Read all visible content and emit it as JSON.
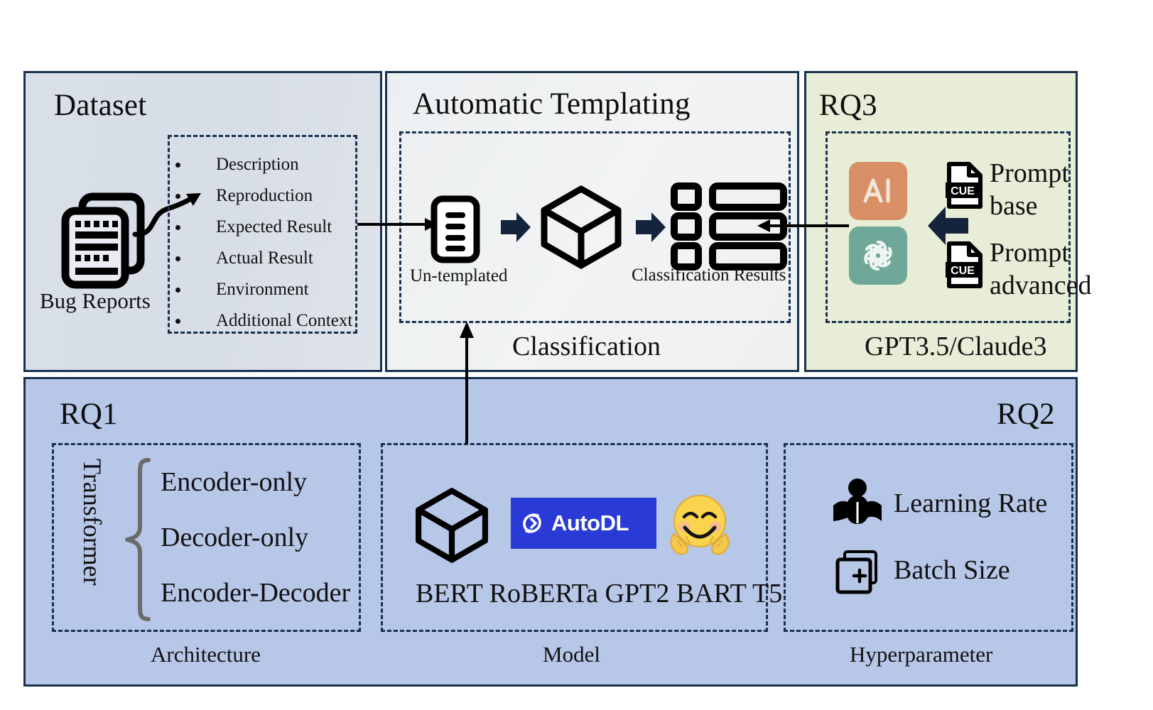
{
  "figure": {
    "title": "Research pipeline overview for automatic bug report templating and classification"
  },
  "panels": {
    "dataset": {
      "title": "Dataset",
      "icon_label": "Bug Reports",
      "fields": [
        "Description",
        "Reproduction",
        "Expected Result",
        "Actual Result",
        "Environment",
        "Additional Context"
      ]
    },
    "automatic_templating": {
      "title": "Automatic Templating",
      "input_label": "Un-templated",
      "output_label": "Classification Results",
      "caption": "Classification"
    },
    "rq3": {
      "tag": "RQ3",
      "prompts": [
        "Prompt base",
        "Prompt advanced"
      ],
      "prompt_lines": [
        [
          "Prompt",
          "base"
        ],
        [
          "Prompt",
          "advanced"
        ]
      ],
      "file_badge": "CUE",
      "caption": "GPT3.5/Claude3",
      "model_icons": [
        "claude-ai-icon",
        "openai-icon"
      ]
    },
    "bottom": {
      "rq1_tag": "RQ1",
      "rq2_tag": "RQ2",
      "architecture": {
        "group_label": "Transformer",
        "items": [
          "Encoder-only",
          "Decoder-only",
          "Encoder-Decoder"
        ],
        "caption": "Architecture"
      },
      "model": {
        "logos": [
          "cube-icon",
          "AutoDL",
          "hugging-face-icon"
        ],
        "autodl_wordmark": "AutoDL",
        "names": "BERT RoBERTa GPT2 BART T5",
        "caption": "Model"
      },
      "hyperparameter": {
        "items": [
          "Learning Rate",
          "Batch Size"
        ],
        "caption": "Hyperparameter"
      }
    }
  },
  "colors": {
    "panel_border": "#17314f",
    "dataset_bg": "#d9dfe8",
    "templating_bg": "#eef0f2",
    "rq3_bg": "#e7edd6",
    "bottom_bg": "#b7c7e8",
    "claude_orange": "#d98f66",
    "openai_teal": "#6fa899",
    "autodl_blue": "#2a3ad6",
    "arrow_dark": "#14243c",
    "ink": "#111111"
  }
}
